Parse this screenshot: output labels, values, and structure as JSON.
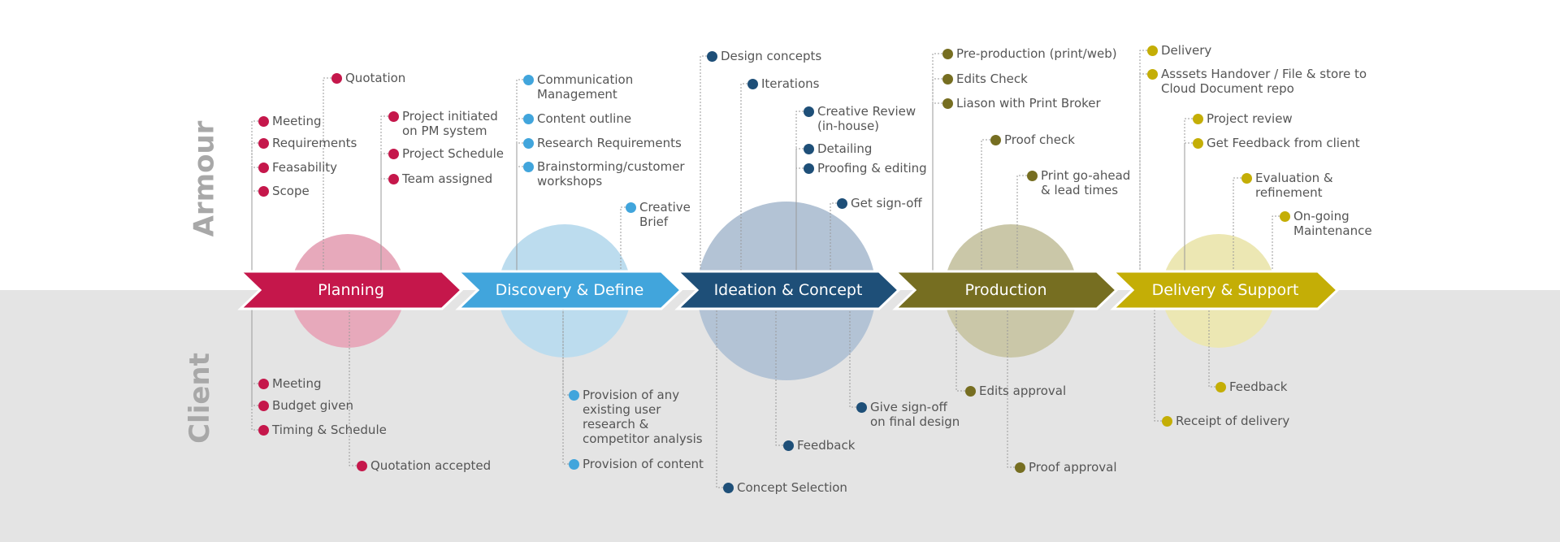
{
  "lanes": {
    "top": "Armour",
    "bottom": "Client"
  },
  "phases": [
    {
      "name": "Planning",
      "color": "#c5174b",
      "circle": "#e7a9bb"
    },
    {
      "name": "Discovery & Define",
      "color": "#41a5dc",
      "circle": "#bcdcee"
    },
    {
      "name": "Ideation & Concept",
      "color": "#1e4f78",
      "circle": "#b3c3d5"
    },
    {
      "name": "Production",
      "color": "#766e21",
      "circle": "#cac7a8"
    },
    {
      "name": "Delivery & Support",
      "color": "#c4ae06",
      "circle": "#ece7b3"
    }
  ],
  "items": {
    "planning_top": [
      "Meeting",
      "Requirements",
      "Feasability",
      "Scope",
      "Quotation",
      "Project initiated\non PM system",
      "Project Schedule",
      "Team assigned"
    ],
    "planning_bottom": [
      "Meeting",
      "Budget given",
      "Timing & Schedule",
      "Quotation accepted"
    ],
    "discovery_top": [
      "Communication\nManagement",
      "Content outline",
      "Research Requirements",
      "Brainstorming/customer\nworkshops",
      "Creative\nBrief"
    ],
    "discovery_bottom": [
      "Provision of any\nexisting user\nresearch &\ncompetitor analysis",
      "Provision of content"
    ],
    "ideation_top": [
      "Design concepts",
      "Iterations",
      "Creative Review\n(in-house)",
      "Detailing",
      "Proofing & editing",
      "Get sign-off"
    ],
    "ideation_bottom": [
      "Feedback",
      "Concept Selection",
      "Give sign-off\non final design"
    ],
    "production_top": [
      "Pre-production (print/web)",
      "Edits Check",
      "Liason with Print Broker",
      "Proof check",
      "Print go-ahead\n& lead times"
    ],
    "production_bottom": [
      "Edits approval",
      "Proof approval"
    ],
    "delivery_top": [
      "Delivery",
      "Asssets Handover / File & store to\nCloud Document repo",
      "Project review",
      "Get Feedback from client",
      "Evaluation &\nrefinement",
      "On-going\nMaintenance"
    ],
    "delivery_bottom": [
      "Feedback",
      "Receipt of delivery"
    ]
  }
}
